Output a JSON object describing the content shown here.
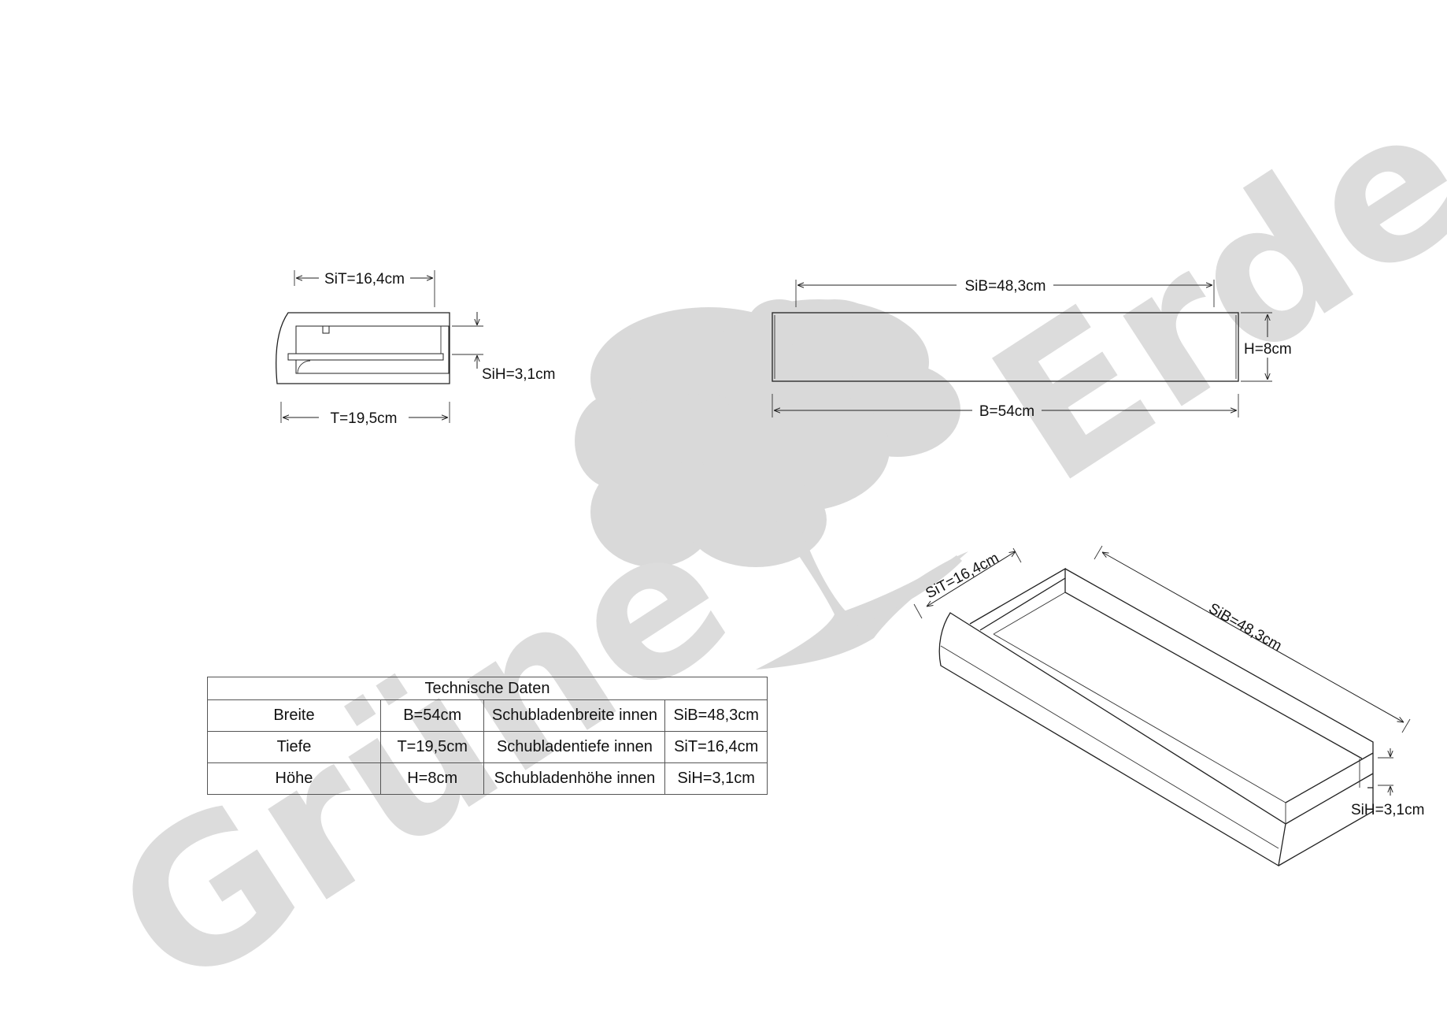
{
  "watermark": {
    "text_left": "Grüne",
    "text_right": "Erde",
    "tree_icon": "tree-icon",
    "color": "#dcdcdc"
  },
  "side_view": {
    "inner_depth_label": "SiT=16,4cm",
    "depth_label": "T=19,5cm",
    "inner_height_label": "SiH=3,1cm"
  },
  "front_view": {
    "inner_width_label": "SiB=48,3cm",
    "width_label": "B=54cm",
    "height_label": "H=8cm"
  },
  "iso_view": {
    "inner_depth_label": "SiT=16,4cm",
    "inner_width_label": "SiB=48,3cm",
    "inner_height_label": "SiH=3,1cm"
  },
  "table": {
    "title": "Technische Daten",
    "rows": [
      {
        "label": "Breite",
        "value": "B=54cm",
        "inner_label": "Schubladenbreite innen",
        "inner_value": "SiB=48,3cm"
      },
      {
        "label": "Tiefe",
        "value": "T=19,5cm",
        "inner_label": "Schubladentiefe innen",
        "inner_value": "SiT=16,4cm"
      },
      {
        "label": "Höhe",
        "value": "H=8cm",
        "inner_label": "Schubladenhöhe innen",
        "inner_value": "SiH=3,1cm"
      }
    ]
  },
  "colors": {
    "line": "#222222",
    "watermark": "#dcdcdc"
  }
}
